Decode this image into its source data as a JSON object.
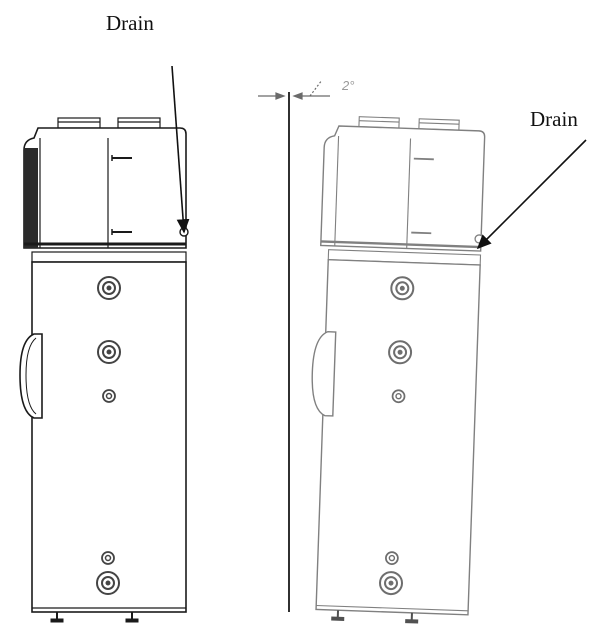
{
  "labels": {
    "drain_left": "Drain",
    "drain_right": "Drain",
    "tilt_angle": "2°"
  },
  "colors": {
    "outline": "#1a1a1a",
    "outline_light": "#6a6a6a",
    "fitting": "#444444",
    "angle_text": "#9a9a9a",
    "background": "#ffffff"
  },
  "icons": {
    "arrow": "arrowhead",
    "fitting": "pipe-fitting-icon",
    "foot": "leveling-foot-icon",
    "handle": "side-handle-icon"
  }
}
